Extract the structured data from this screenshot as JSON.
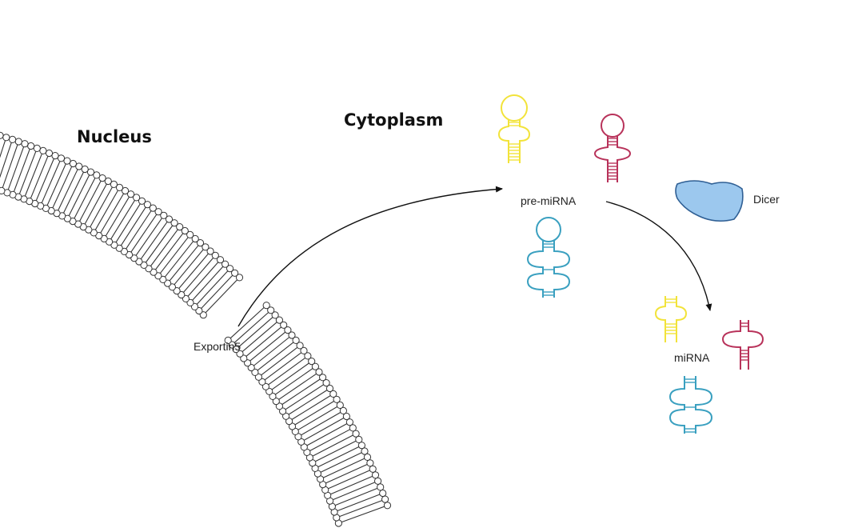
{
  "labels": {
    "nucleus": "Nucleus",
    "cytoplasm": "Cytoplasm",
    "pre_mirna": "pre-miRNA",
    "dicer": "Dicer",
    "mirna": "miRNA",
    "exportin": "Exportin5"
  },
  "colors": {
    "membrane": "#333333",
    "arrow": "#111111",
    "yellow_rna": "#f2e33a",
    "red_rna": "#b8325a",
    "blue_rna": "#3aa0c0",
    "dicer_fill": "#9cc8ee",
    "dicer_stroke": "#2f5f94"
  },
  "icons": {
    "dicer": "dicer-enzyme-icon",
    "hairpin": "pre-mirna-hairpin-icon",
    "duplex": "mirna-duplex-icon"
  }
}
